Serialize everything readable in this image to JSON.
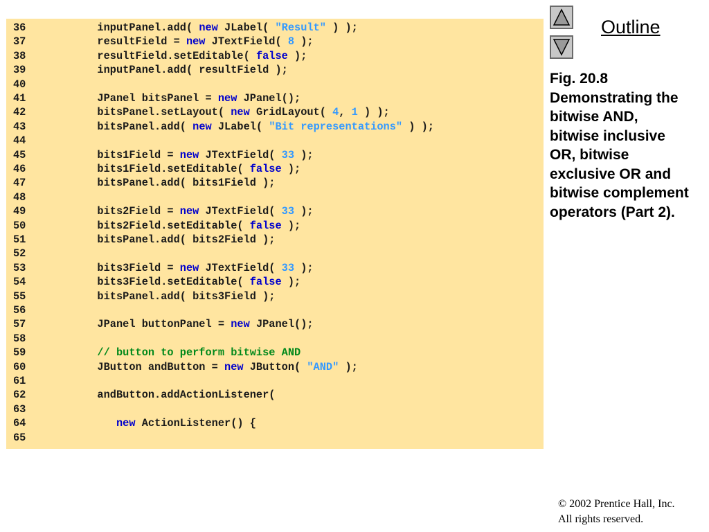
{
  "code": {
    "lines": [
      {
        "n": "36",
        "t": [
          {
            "c": "        inputPanel.add( "
          },
          {
            "c": "new",
            "k": "kw"
          },
          {
            "c": " JLabel( "
          },
          {
            "c": "\"Result\"",
            "k": "str"
          },
          {
            "c": " ) );"
          }
        ]
      },
      {
        "n": "37",
        "t": [
          {
            "c": "        resultField = "
          },
          {
            "c": "new",
            "k": "kw"
          },
          {
            "c": " JTextField( "
          },
          {
            "c": "8",
            "k": "num"
          },
          {
            "c": " );"
          }
        ]
      },
      {
        "n": "38",
        "t": [
          {
            "c": "        resultField.setEditable( "
          },
          {
            "c": "false",
            "k": "kw"
          },
          {
            "c": " );"
          }
        ]
      },
      {
        "n": "39",
        "t": [
          {
            "c": "        inputPanel.add( resultField );"
          }
        ]
      },
      {
        "n": "40",
        "t": []
      },
      {
        "n": "41",
        "t": [
          {
            "c": "        JPanel bitsPanel = "
          },
          {
            "c": "new",
            "k": "kw"
          },
          {
            "c": " JPanel();"
          }
        ]
      },
      {
        "n": "42",
        "t": [
          {
            "c": "        bitsPanel.setLayout( "
          },
          {
            "c": "new",
            "k": "kw"
          },
          {
            "c": " GridLayout( "
          },
          {
            "c": "4",
            "k": "num"
          },
          {
            "c": ", "
          },
          {
            "c": "1",
            "k": "num"
          },
          {
            "c": " ) );"
          }
        ]
      },
      {
        "n": "43",
        "t": [
          {
            "c": "        bitsPanel.add( "
          },
          {
            "c": "new",
            "k": "kw"
          },
          {
            "c": " JLabel( "
          },
          {
            "c": "\"Bit representations\"",
            "k": "str"
          },
          {
            "c": " ) );"
          }
        ]
      },
      {
        "n": "44",
        "t": []
      },
      {
        "n": "45",
        "t": [
          {
            "c": "        bits1Field = "
          },
          {
            "c": "new",
            "k": "kw"
          },
          {
            "c": " JTextField( "
          },
          {
            "c": "33",
            "k": "num"
          },
          {
            "c": " );"
          }
        ]
      },
      {
        "n": "46",
        "t": [
          {
            "c": "        bits1Field.setEditable( "
          },
          {
            "c": "false",
            "k": "kw"
          },
          {
            "c": " );"
          }
        ]
      },
      {
        "n": "47",
        "t": [
          {
            "c": "        bitsPanel.add( bits1Field );"
          }
        ]
      },
      {
        "n": "48",
        "t": []
      },
      {
        "n": "49",
        "t": [
          {
            "c": "        bits2Field = "
          },
          {
            "c": "new",
            "k": "kw"
          },
          {
            "c": " JTextField( "
          },
          {
            "c": "33",
            "k": "num"
          },
          {
            "c": " );"
          }
        ]
      },
      {
        "n": "50",
        "t": [
          {
            "c": "        bits2Field.setEditable( "
          },
          {
            "c": "false",
            "k": "kw"
          },
          {
            "c": " );"
          }
        ]
      },
      {
        "n": "51",
        "t": [
          {
            "c": "        bitsPanel.add( bits2Field );"
          }
        ]
      },
      {
        "n": "52",
        "t": []
      },
      {
        "n": "53",
        "t": [
          {
            "c": "        bits3Field = "
          },
          {
            "c": "new",
            "k": "kw"
          },
          {
            "c": " JTextField( "
          },
          {
            "c": "33",
            "k": "num"
          },
          {
            "c": " );"
          }
        ]
      },
      {
        "n": "54",
        "t": [
          {
            "c": "        bits3Field.setEditable( "
          },
          {
            "c": "false",
            "k": "kw"
          },
          {
            "c": " );"
          }
        ]
      },
      {
        "n": "55",
        "t": [
          {
            "c": "        bitsPanel.add( bits3Field );"
          }
        ]
      },
      {
        "n": "56",
        "t": []
      },
      {
        "n": "57",
        "t": [
          {
            "c": "        JPanel buttonPanel = "
          },
          {
            "c": "new",
            "k": "kw"
          },
          {
            "c": " JPanel();"
          }
        ]
      },
      {
        "n": "58",
        "t": []
      },
      {
        "n": "59",
        "t": [
          {
            "c": "        // button to perform bitwise AND",
            "k": "cm"
          }
        ]
      },
      {
        "n": "60",
        "t": [
          {
            "c": "        JButton andButton = "
          },
          {
            "c": "new",
            "k": "kw"
          },
          {
            "c": " JButton( "
          },
          {
            "c": "\"AND\"",
            "k": "str"
          },
          {
            "c": " );"
          }
        ]
      },
      {
        "n": "61",
        "t": []
      },
      {
        "n": "62",
        "t": [
          {
            "c": "        andButton.addActionListener("
          }
        ]
      },
      {
        "n": "63",
        "t": []
      },
      {
        "n": "64",
        "t": [
          {
            "c": "           "
          },
          {
            "c": "new",
            "k": "kw"
          },
          {
            "c": " ActionListener() {"
          }
        ]
      },
      {
        "n": "65",
        "t": []
      }
    ]
  },
  "nav": {
    "up_icon": "triangle-up-icon",
    "down_icon": "triangle-down-icon"
  },
  "outline_label": "Outline",
  "caption_lines": [
    "Fig. 20.8",
    "Demonstrating the",
    "bitwise AND,",
    "bitwise inclusive",
    "OR, bitwise",
    "exclusive OR and",
    "bitwise complement",
    "operators (Part 2)."
  ],
  "copyright_lines": [
    "© 2002 Prentice Hall, Inc.",
    "All rights reserved."
  ],
  "colors": {
    "code_background": "#ffe5a0",
    "keyword": "#0000cc",
    "literal": "#3399ff",
    "comment": "#00881a",
    "nav_button": "#c8c8c8"
  }
}
